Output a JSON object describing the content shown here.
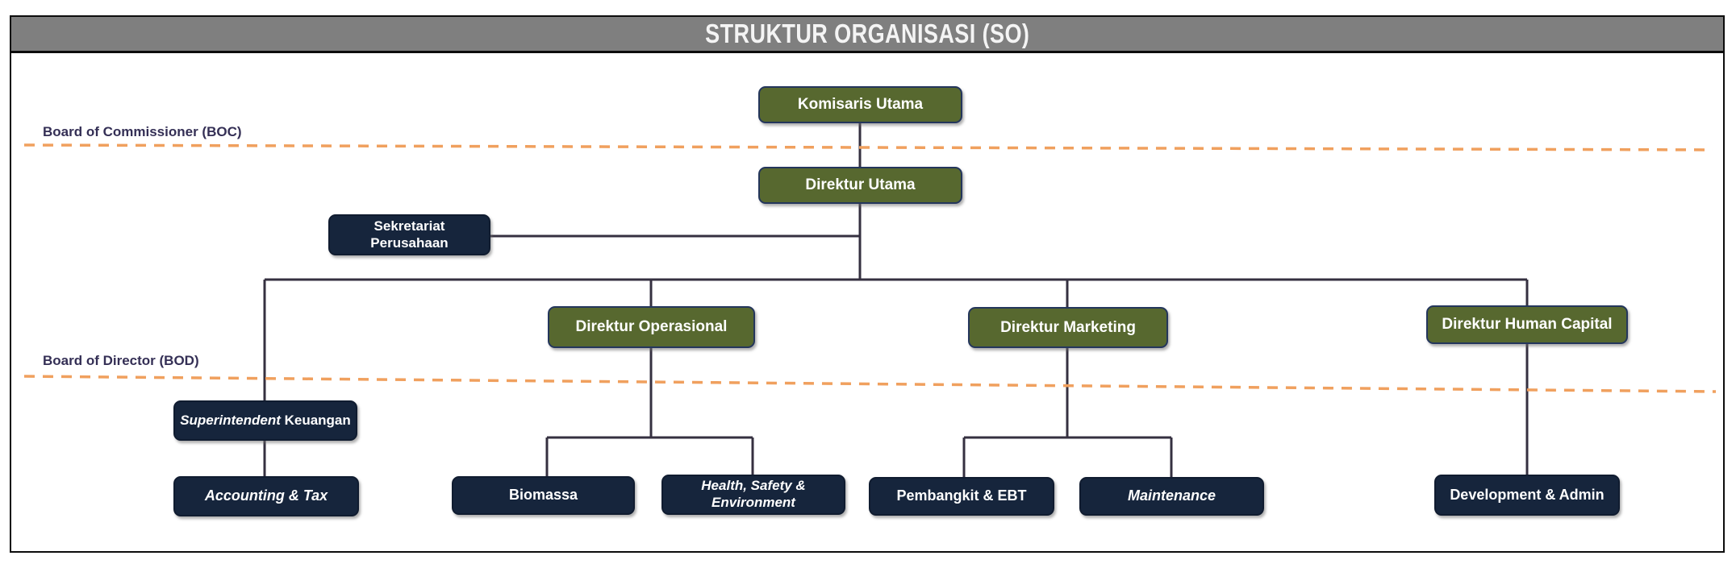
{
  "title": "STRUKTUR ORGANISASI (SO)",
  "bands": {
    "boc": {
      "label": "Board of Commissioner (BOC)"
    },
    "bod": {
      "label": "Board of Director (BOD)"
    }
  },
  "nodes": [
    {
      "id": "komisaris-utama",
      "variant": "green",
      "lines": [
        [
          {
            "text": "Komisaris Utama",
            "italic": false
          }
        ]
      ]
    },
    {
      "id": "direktur-utama",
      "variant": "green",
      "lines": [
        [
          {
            "text": "Direktur Utama",
            "italic": false
          }
        ]
      ]
    },
    {
      "id": "sekretariat-perusahaan",
      "variant": "navy",
      "lines": [
        [
          {
            "text": "Sekretariat",
            "italic": false
          }
        ],
        [
          {
            "text": "Perusahaan",
            "italic": false
          }
        ]
      ]
    },
    {
      "id": "direktur-operasional",
      "variant": "green",
      "lines": [
        [
          {
            "text": "Direktur Operasional",
            "italic": false
          }
        ]
      ]
    },
    {
      "id": "direktur-marketing",
      "variant": "green",
      "lines": [
        [
          {
            "text": "Direktur Marketing",
            "italic": false
          }
        ]
      ]
    },
    {
      "id": "direktur-human-capital",
      "variant": "green",
      "lines": [
        [
          {
            "text": "Direktur Human Capital",
            "italic": false
          }
        ]
      ]
    },
    {
      "id": "superintendent-keuangan",
      "variant": "navy",
      "lines": [
        [
          {
            "text": "Superintendent",
            "italic": true
          },
          {
            "text": " Keuangan",
            "italic": false
          }
        ]
      ]
    },
    {
      "id": "accounting-tax",
      "variant": "navy",
      "lines": [
        [
          {
            "text": "Accounting & Tax",
            "italic": true
          }
        ]
      ]
    },
    {
      "id": "biomassa",
      "variant": "navy",
      "lines": [
        [
          {
            "text": "Biomassa",
            "italic": false
          }
        ]
      ]
    },
    {
      "id": "health-safety-environment",
      "variant": "navy",
      "lines": [
        [
          {
            "text": "Health, Safety &",
            "italic": true
          }
        ],
        [
          {
            "text": "Environment",
            "italic": true
          }
        ]
      ]
    },
    {
      "id": "pembangkit-ebt",
      "variant": "navy",
      "lines": [
        [
          {
            "text": "Pembangkit & EBT",
            "italic": false
          }
        ]
      ]
    },
    {
      "id": "maintenance",
      "variant": "navy",
      "lines": [
        [
          {
            "text": "Maintenance",
            "italic": true
          }
        ]
      ]
    },
    {
      "id": "development-admin",
      "variant": "navy",
      "lines": [
        [
          {
            "text": "Development & Admin",
            "italic": false
          }
        ]
      ]
    }
  ],
  "colors": {
    "box_green": "#57682f",
    "box_navy": "#16253c",
    "green_border": "#24365c",
    "band_dash": "#f0a05e",
    "connector": "#353040",
    "title_bar": "#7f7f7f",
    "band_label_text": "#342f55"
  }
}
